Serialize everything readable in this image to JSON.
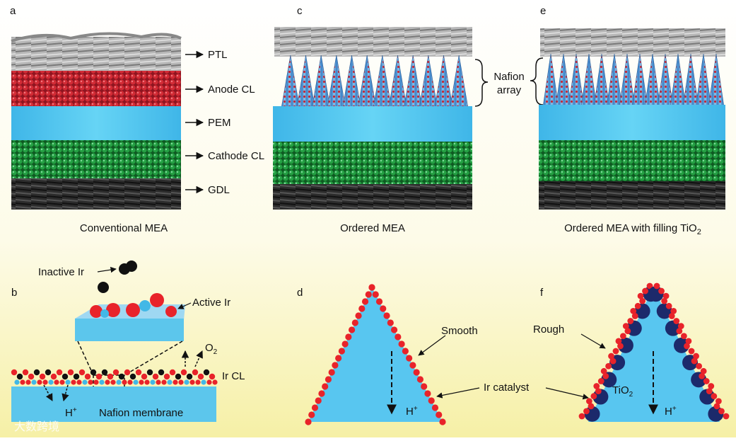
{
  "panels": {
    "a": "a",
    "b": "b",
    "c": "c",
    "d": "d",
    "e": "e",
    "f": "f"
  },
  "panel_a": {
    "caption": "Conventional MEA",
    "layers": [
      "PTL",
      "Anode CL",
      "PEM",
      "Cathode CL",
      "GDL"
    ]
  },
  "panel_c": {
    "caption": "Ordered MEA",
    "nafion_line1": "Nafion",
    "nafion_line2": "array"
  },
  "panel_e": {
    "caption_main": "Ordered MEA with filling TiO",
    "caption_sub": "2"
  },
  "panel_b": {
    "inactive_ir": "Inactive Ir",
    "active_ir": "Active Ir",
    "o2_main": "O",
    "o2_sub": "2",
    "ir_cl": "Ir CL",
    "h_main": "H",
    "h_sup": "+",
    "membrane": "Nafion membrane"
  },
  "panel_d": {
    "smooth": "Smooth",
    "ir_catalyst": "Ir catalyst",
    "h_main": "H",
    "h_sup": "+"
  },
  "panel_f": {
    "rough": "Rough",
    "tio2_main": "TiO",
    "tio2_sub": "2",
    "h_main": "H",
    "h_sup": "+"
  },
  "watermark": "大数跨境",
  "colors": {
    "ptl": "#a9a9a9",
    "anode": "#c8202c",
    "pem": "#4ec8ee",
    "cathode": "#1f9a3c",
    "gdl": "#2a2a2a",
    "ir_red": "#e8232a",
    "tio2_navy": "#1c2a6b",
    "cone_blue": "#5aa6dc"
  }
}
